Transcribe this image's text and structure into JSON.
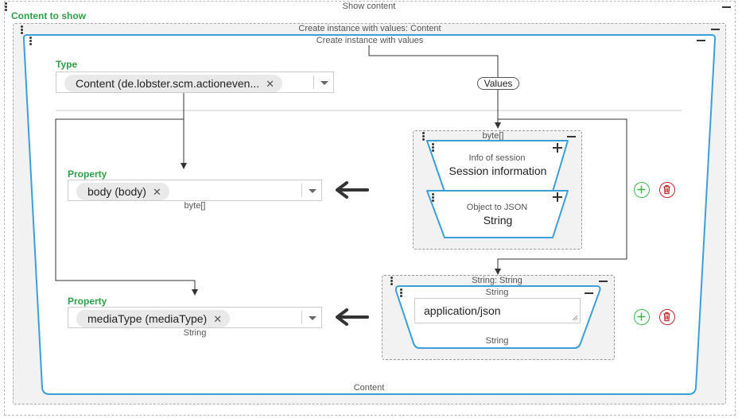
{
  "outer": {
    "title": "Show content",
    "label": "Content to show"
  },
  "instance": {
    "outer_title": "Create instance with values: Content",
    "inner_title": "Create instance with values",
    "footer": "Content"
  },
  "type_field": {
    "label": "Type",
    "value": "Content (de.lobster.scm.actioneven..."
  },
  "values_label": "Values",
  "property_body": {
    "label": "Property",
    "value": "body (body)",
    "type_hint": "byte[]"
  },
  "property_media": {
    "label": "Property",
    "value": "mediaType (mediaType)",
    "type_hint": "String"
  },
  "byte_group": {
    "title": "byte[]",
    "session": {
      "subtitle": "Info of session",
      "title": "Session information"
    },
    "json": {
      "subtitle": "Object to JSON",
      "title": "String"
    }
  },
  "string_group": {
    "title": "String: String",
    "inner_title": "String",
    "input_value": "application/json",
    "footer": "String"
  },
  "colors": {
    "accent": "#3aa0d6",
    "green": "#2e9e48",
    "red": "#c0282e",
    "add": "#3ab54a"
  },
  "icons": {
    "add": "plus-circle-icon",
    "delete": "trash-icon",
    "arrow": "arrow-left-icon",
    "menu": "kebab-icon"
  }
}
